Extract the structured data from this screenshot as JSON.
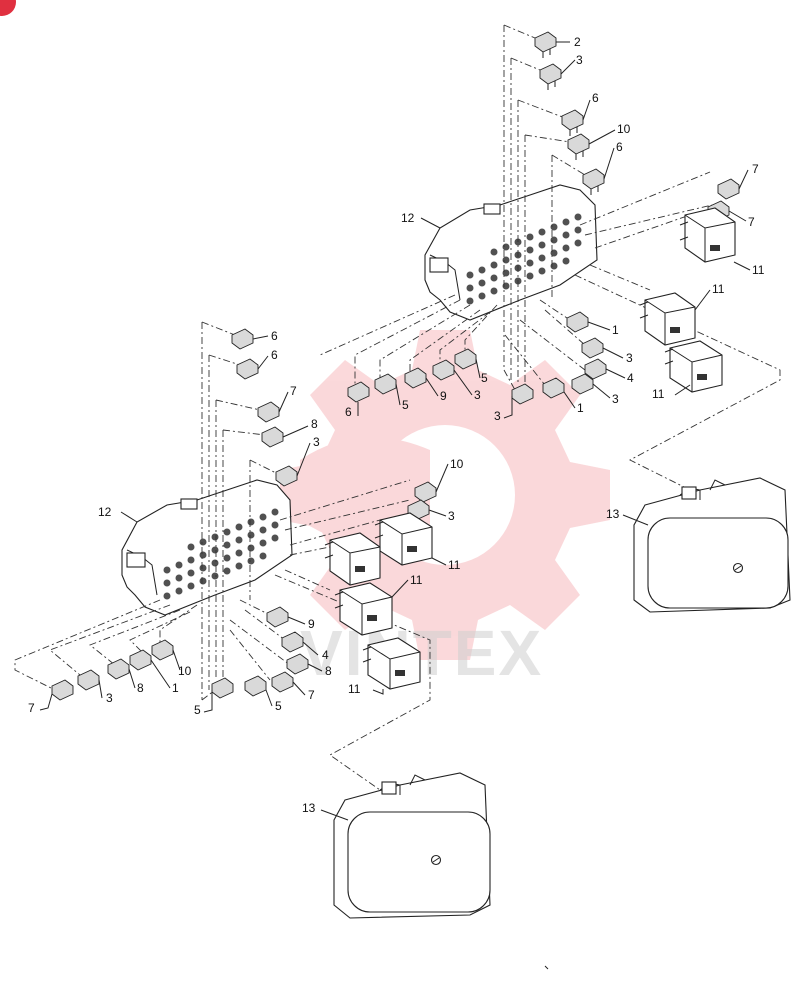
{
  "watermark": {
    "text": "VINTEX",
    "gear_color": "#f7b9bd"
  },
  "corner_badge_color": "#e03040",
  "labels": [
    {
      "id": "l-2-top",
      "text": "2"
    },
    {
      "id": "l-3-top",
      "text": "3"
    },
    {
      "id": "l-6-a",
      "text": "6"
    },
    {
      "id": "l-10-a",
      "text": "10"
    },
    {
      "id": "l-6-b",
      "text": "6"
    },
    {
      "id": "l-7-a",
      "text": "7"
    },
    {
      "id": "l-7-b",
      "text": "7"
    },
    {
      "id": "l-12-a",
      "text": "12"
    },
    {
      "id": "l-11-a",
      "text": "11"
    },
    {
      "id": "l-11-b",
      "text": "11"
    },
    {
      "id": "l-1-a",
      "text": "1"
    },
    {
      "id": "l-3-a",
      "text": "3"
    },
    {
      "id": "l-4-a",
      "text": "4"
    },
    {
      "id": "l-11-c",
      "text": "11"
    },
    {
      "id": "l-3-b",
      "text": "3"
    },
    {
      "id": "l-1-b",
      "text": "1"
    },
    {
      "id": "l-3-c",
      "text": "3"
    },
    {
      "id": "l-5-a",
      "text": "5"
    },
    {
      "id": "l-3-d",
      "text": "3"
    },
    {
      "id": "l-9-a",
      "text": "9"
    },
    {
      "id": "l-5-b",
      "text": "5"
    },
    {
      "id": "l-6-c",
      "text": "6"
    },
    {
      "id": "l-6-d",
      "text": "6"
    },
    {
      "id": "l-6-e",
      "text": "6"
    },
    {
      "id": "l-7-c",
      "text": "7"
    },
    {
      "id": "l-8-a",
      "text": "8"
    },
    {
      "id": "l-3-e",
      "text": "3"
    },
    {
      "id": "l-10-b",
      "text": "10"
    },
    {
      "id": "l-3-f",
      "text": "3"
    },
    {
      "id": "l-12-b",
      "text": "12"
    },
    {
      "id": "l-11-d",
      "text": "11"
    },
    {
      "id": "l-11-e",
      "text": "11"
    },
    {
      "id": "l-9-b",
      "text": "9"
    },
    {
      "id": "l-4-b",
      "text": "4"
    },
    {
      "id": "l-8-b",
      "text": "8"
    },
    {
      "id": "l-7-d",
      "text": "7"
    },
    {
      "id": "l-5-c",
      "text": "5"
    },
    {
      "id": "l-5-d",
      "text": "5"
    },
    {
      "id": "l-11-f",
      "text": "11"
    },
    {
      "id": "l-10-c",
      "text": "10"
    },
    {
      "id": "l-1-c",
      "text": "1"
    },
    {
      "id": "l-8-c",
      "text": "8"
    },
    {
      "id": "l-3-g",
      "text": "3"
    },
    {
      "id": "l-7-e",
      "text": "7"
    },
    {
      "id": "l-13-a",
      "text": "13"
    },
    {
      "id": "l-13-b",
      "text": "13"
    }
  ]
}
